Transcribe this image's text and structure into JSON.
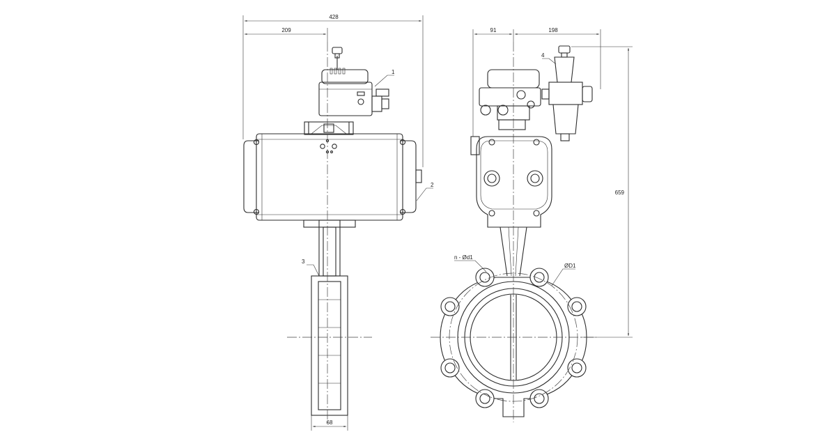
{
  "dimensions": {
    "overall_width": "428",
    "left_offset": "209",
    "right_offset_a": "91",
    "right_offset_b": "198",
    "overall_height": "659",
    "body_width": "68"
  },
  "callouts": {
    "c1": "1",
    "c2": "2",
    "c3": "3",
    "c4": "4",
    "bolt_holes": "n - Ød1",
    "bolt_circle": "ØD1"
  }
}
